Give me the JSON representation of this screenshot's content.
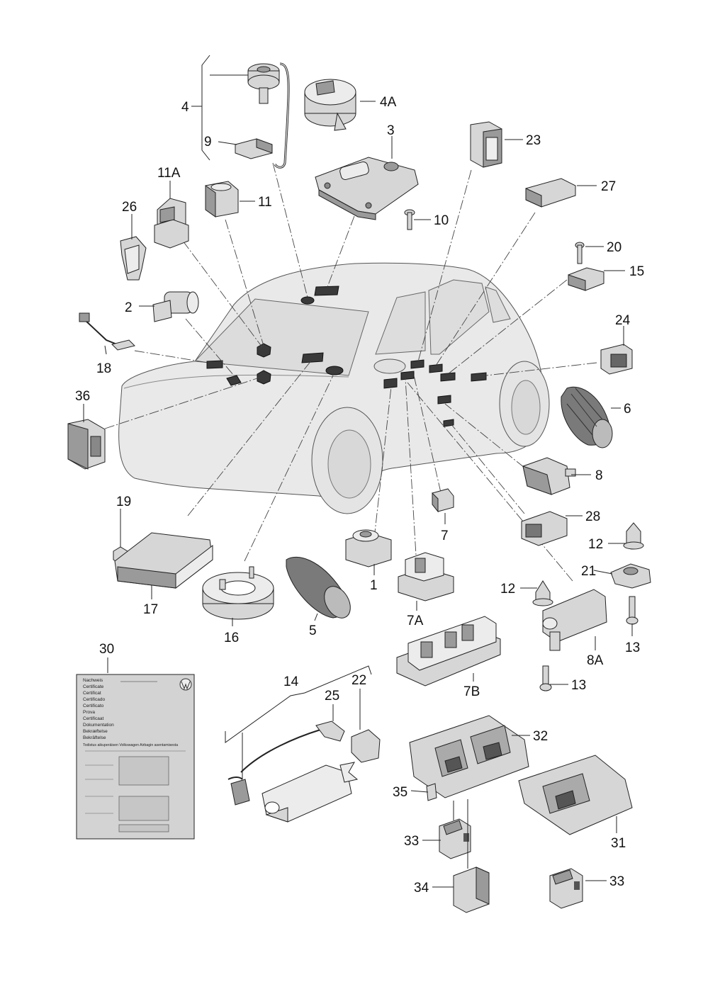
{
  "labels": {
    "l4": "4",
    "l4A": "4A",
    "l3": "3",
    "l23": "23",
    "l9": "9",
    "l11A": "11A",
    "l11": "11",
    "l27": "27",
    "l26": "26",
    "l10": "10",
    "l20": "20",
    "l15": "15",
    "l2": "2",
    "l24": "24",
    "l18": "18",
    "l6": "6",
    "l36": "36",
    "l8": "8",
    "l28": "28",
    "l7": "7",
    "l19": "19",
    "l12a": "12",
    "l21": "21",
    "l1": "1",
    "l12b": "12",
    "l17": "17",
    "l7A": "7A",
    "l13a": "13",
    "l16": "16",
    "l5": "5",
    "l8A": "8A",
    "l30": "30",
    "l7B": "7B",
    "l13b": "13",
    "l14": "14",
    "l25": "25",
    "l22": "22",
    "l32": "32",
    "l35": "35",
    "l31": "31",
    "l33a": "33",
    "l34": "34",
    "l33b": "33"
  },
  "document": {
    "lines": [
      "Nachweis",
      "Certificate",
      "Certificat",
      "Certificado",
      "Certificato",
      "Prova",
      "Certificaat",
      "Dokumentation",
      "Bekræftelse",
      "Bekräftelse"
    ],
    "footer": "Todistus aikuperäisen Volkswagen Airbagin asentamisesta",
    "logo": "vw-logo"
  },
  "colors": {
    "car_body": "#e9e9e9",
    "part_fill": "#d6d6d6",
    "marker_fill": "#3a3a3a"
  }
}
